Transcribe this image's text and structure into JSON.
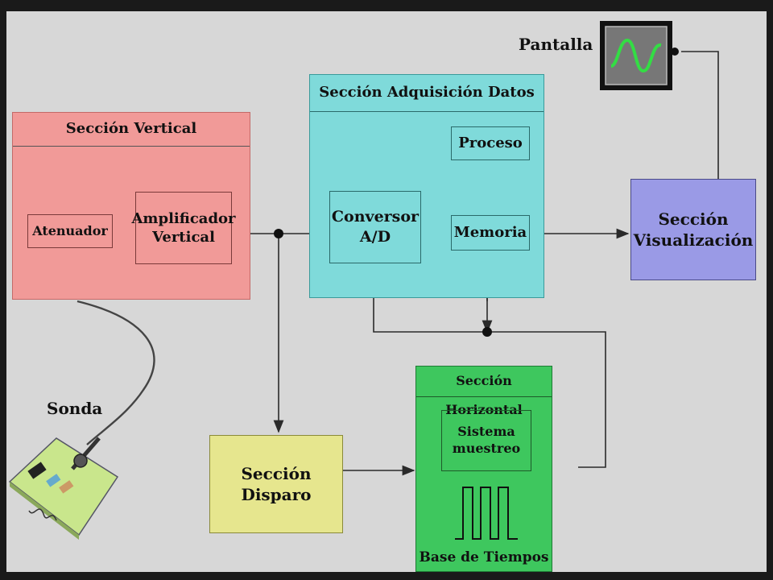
{
  "pantalla_label": "Pantalla",
  "sonda_label": "Sonda",
  "colors": {
    "background": "#d7d7d7",
    "vertical": "#f19a98",
    "adquisicion": "#7fdada",
    "visualizacion": "#9a9ae6",
    "disparo": "#e6e68e",
    "horizontal": "#3ec75e",
    "wire": "#2a2a2a"
  },
  "seccion_vertical": {
    "title": "Sección Vertical",
    "atenuador": "Atenuador",
    "amplificador_line1": "Amplificador",
    "amplificador_line2": "Vertical"
  },
  "seccion_adquisicion": {
    "title": "Sección Adquisición Datos",
    "proceso": "Proceso",
    "conversor_line1": "Conversor",
    "conversor_line2": "A/D",
    "memoria": "Memoria"
  },
  "seccion_visualizacion": {
    "line1": "Sección",
    "line2": "Visualización"
  },
  "seccion_disparo": {
    "line1": "Sección",
    "line2": "Disparo"
  },
  "seccion_horizontal": {
    "title": "Sección Horizontal",
    "sistema_line1": "Sistema",
    "sistema_line2": "muestreo",
    "base_tiempos": "Base de Tiempos"
  },
  "icons": [
    "screen-icon",
    "probe-icon",
    "square-wave-icon",
    "sine-wave-icon"
  ]
}
